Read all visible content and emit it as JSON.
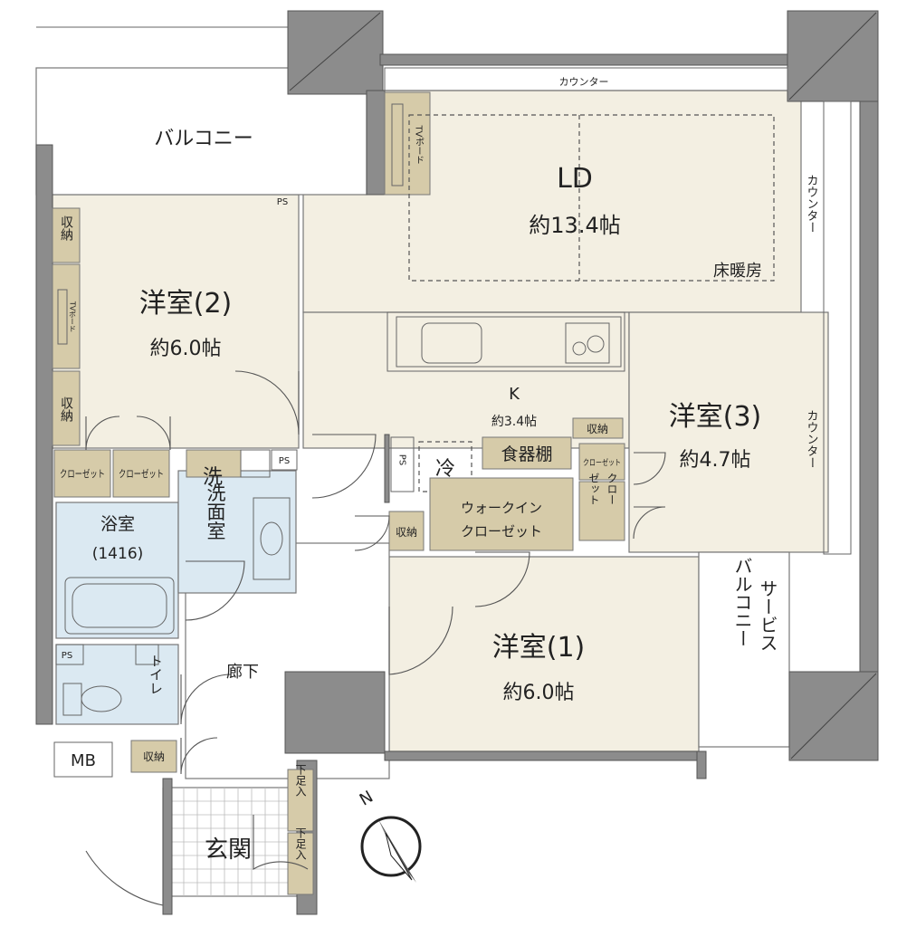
{
  "rooms": {
    "balcony": "バルコニー",
    "counter_top": "カウンター",
    "counter_right_1": "カウンター",
    "counter_right_2": "カウンター",
    "tv_board_ld": "TVボード",
    "ld_name": "LD",
    "ld_size": "約13.4帖",
    "floor_heating": "床暖房",
    "room2_name": "洋室(2)",
    "room2_size": "約6.0帖",
    "storage": "収納",
    "tv_board_room2": "TVボード",
    "kitchen_name": "K",
    "kitchen_size": "約3.4帖",
    "room3_name": "洋室(3)",
    "room3_size": "約4.7帖",
    "closet": "クローゼット",
    "closet_split": [
      "クロー",
      "ゼット"
    ],
    "ps": "PS",
    "fridge": "冷",
    "cupboard": "食器棚",
    "walkin_line1": "ウォークイン",
    "walkin_line2": "クローゼット",
    "wash_mark": "洗",
    "washroom": "洗面室",
    "bath_name": "浴室",
    "bath_size": "(1416)",
    "corridor": "廊下",
    "toilet": "トイレ",
    "room1_name": "洋室(1)",
    "room1_size": "約6.0帖",
    "service_balcony_line1": "サービス",
    "service_balcony_line2": "バルコニー",
    "mb": "MB",
    "entrance": "玄関",
    "shoe_storage": "下足入",
    "compass_north": "N"
  }
}
